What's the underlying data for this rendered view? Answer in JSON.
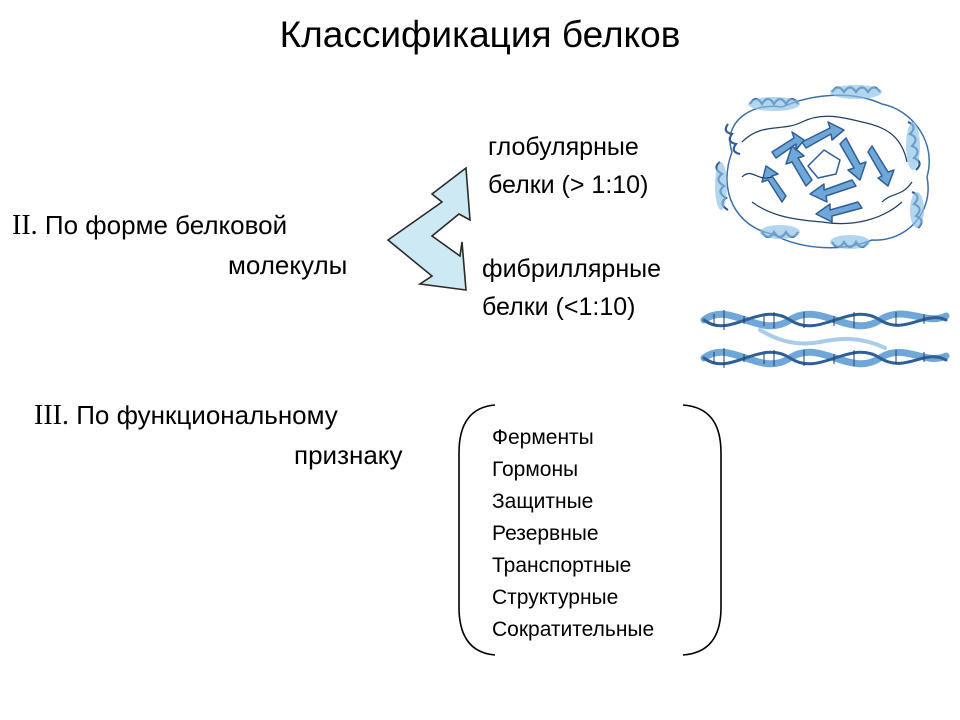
{
  "title": "Классификация белков",
  "section2": {
    "numeral": "II.",
    "line1_rest": " По форме белковой",
    "line2": "молекулы"
  },
  "globular": {
    "line1": "глобулярные",
    "line2": "белки (> 1:10)"
  },
  "fibrillar": {
    "line1": "фибриллярные",
    "line2": "белки (<1:10)"
  },
  "section3": {
    "numeral": "III.",
    "line1_rest": " По функциональному",
    "line2": "признаку"
  },
  "functional_types": [
    "Ферменты",
    "Гормоны",
    "Защитные",
    "Резервные",
    "Транспортные",
    "Структурные",
    "Сократительные"
  ],
  "colors": {
    "arrow_fill": "#cdeaf4",
    "arrow_stroke": "#2a2a2a",
    "helix_blue": "#6fa8d8",
    "helix_dark": "#2f5f96"
  },
  "icons": {
    "bracket": "rounded-bracket-icon",
    "globular_image": "globular-protein-icon",
    "fibrillar_image": "fibrillar-protein-icon",
    "split_arrow": "split-arrow-icon"
  }
}
